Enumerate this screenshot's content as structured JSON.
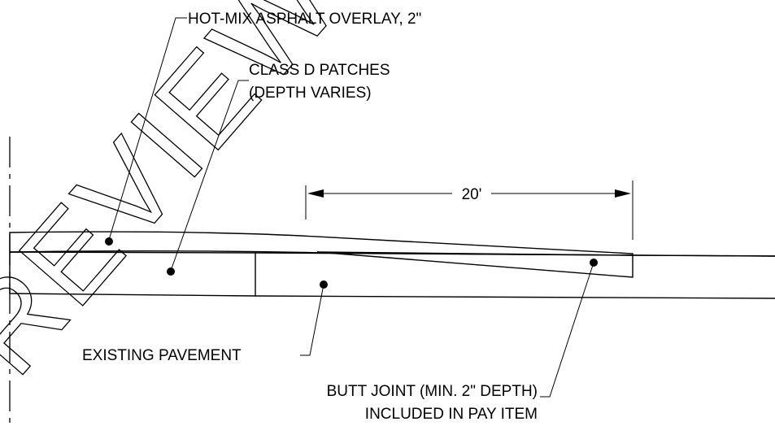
{
  "watermark": "REVIEW ONLY",
  "labels": {
    "overlay": "HOT-MIX ASPHALT OVERLAY, 2\"",
    "patches_line1": "CLASS D PATCHES",
    "patches_line2": "(DEPTH VARIES)",
    "dimension": "20'",
    "existing": "EXISTING PAVEMENT",
    "butt_line1": "BUTT JOINT (MIN. 2\" DEPTH)",
    "butt_line2": "INCLUDED IN PAY ITEM"
  }
}
